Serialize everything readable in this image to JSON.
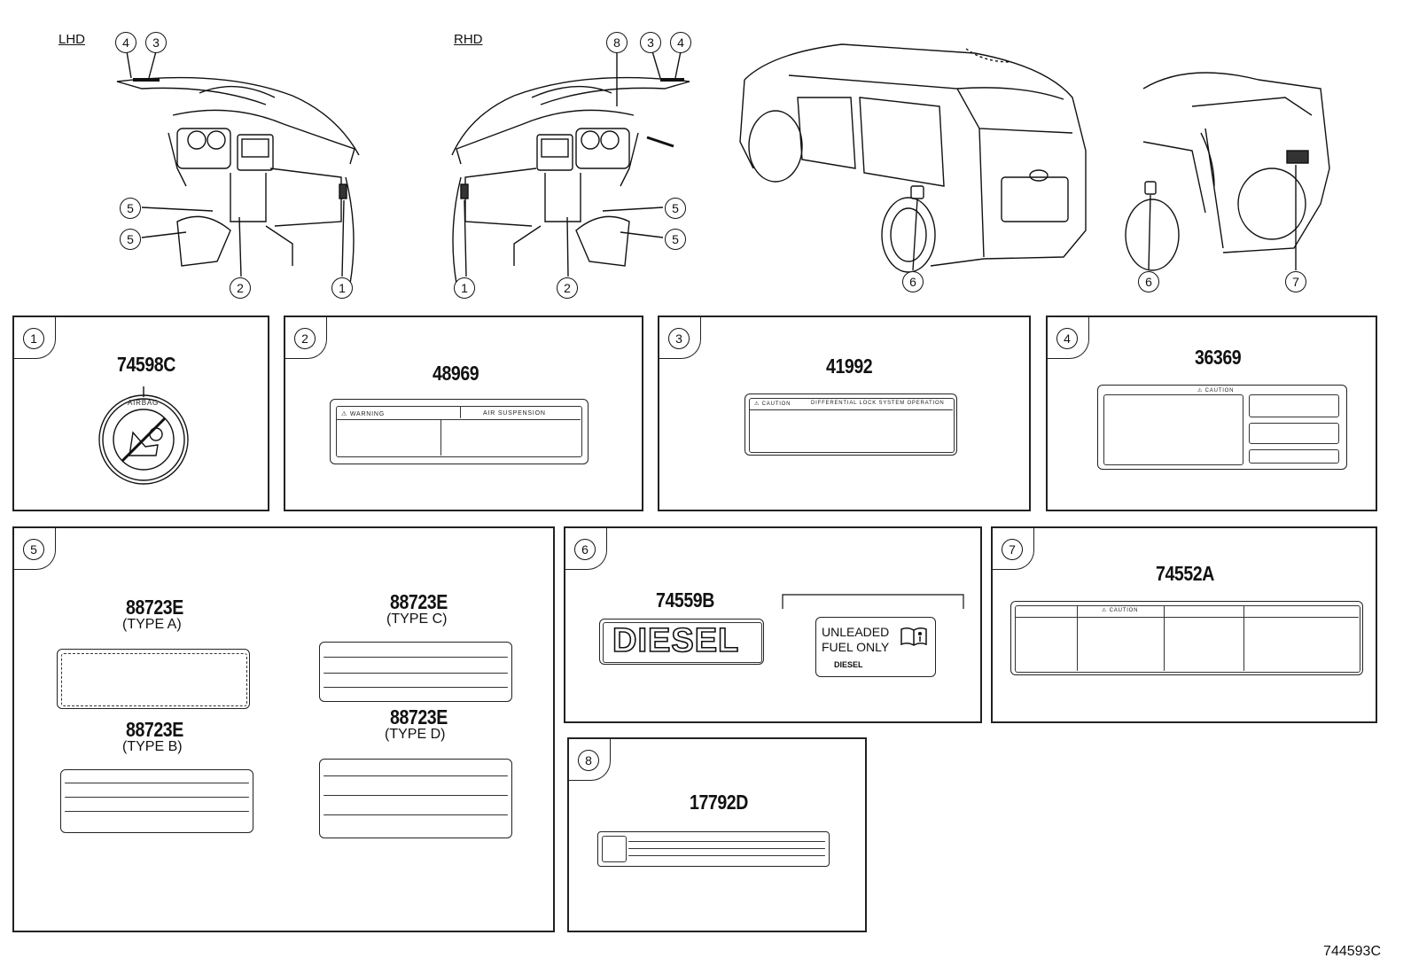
{
  "headers": {
    "lhd": "LHD",
    "rhd": "RHD"
  },
  "callouts": {
    "lhd": [
      "4",
      "3",
      "5",
      "5",
      "2",
      "1"
    ],
    "rhd": [
      "8",
      "3",
      "4",
      "5",
      "5",
      "1",
      "2"
    ],
    "car_side": [
      "6"
    ],
    "car_rear": [
      "6",
      "7"
    ]
  },
  "panels": [
    {
      "num": "1",
      "part": "74598C",
      "text": "AIRBAG"
    },
    {
      "num": "2",
      "part": "48969",
      "warning": "WARNING",
      "title": "AIR SUSPENSION"
    },
    {
      "num": "3",
      "part": "41992",
      "caution": "CAUTION",
      "title": "DIFFERENTIAL LOCK SYSTEM OPERATION"
    },
    {
      "num": "4",
      "part": "36369",
      "caution": "CAUTION"
    },
    {
      "num": "5",
      "items": [
        {
          "part": "88723E",
          "type": "(TYPE A)"
        },
        {
          "part": "88723E",
          "type": "(TYPE C)"
        },
        {
          "part": "88723E",
          "type": "(TYPE B)"
        },
        {
          "part": "88723E",
          "type": "(TYPE D)"
        }
      ]
    },
    {
      "num": "6",
      "part": "74559B",
      "diesel": "DIESEL",
      "unleaded_line1": "UNLEADED",
      "unleaded_line2": "FUEL ONLY",
      "diesel_small": "DIESEL"
    },
    {
      "num": "7",
      "part": "74552A",
      "caution": "CAUTION"
    },
    {
      "num": "8",
      "part": "17792D"
    }
  ],
  "diagram_code": "744593C"
}
